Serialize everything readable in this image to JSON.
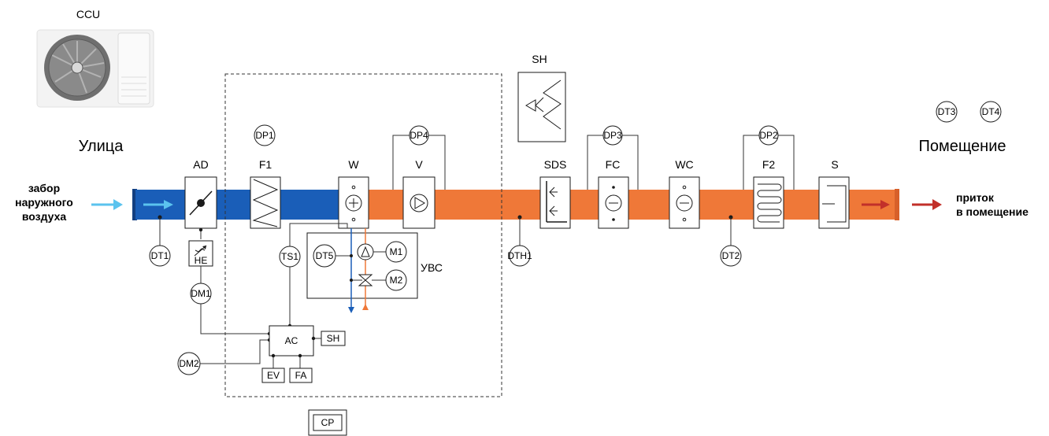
{
  "colors": {
    "cold_duct": "#1a5eb8",
    "cold_duct_dark": "#123f80",
    "warm_duct": "#ef7838",
    "warm_duct_dark": "#d7602a",
    "intake_arrow": "#5bc3ee",
    "supply_arrow": "#c2302a",
    "supply_pipe": "#1a5eb8",
    "return_pipe": "#ef7838"
  },
  "outdoor_unit": {
    "label": "CCU"
  },
  "zones": {
    "outside": "Улица",
    "room": "Помещение"
  },
  "intake": {
    "line1": "забор",
    "line2": "наружного",
    "line3": "воздуха"
  },
  "supply": {
    "line1": "приток",
    "line2": "в помещение"
  },
  "components": {
    "ad": "AD",
    "f1": "F1",
    "w": "W",
    "v": "V",
    "sds": "SDS",
    "fc": "FC",
    "wc": "WC",
    "f2": "F2",
    "s": "S"
  },
  "sensors": {
    "dp1": "DP1",
    "dp2": "DP2",
    "dp3": "DP3",
    "dp4": "DP4",
    "dt1": "DT1",
    "dt2": "DT2",
    "dt3": "DT3",
    "dt4": "DT4",
    "dt5": "DT5",
    "dth1": "DTH1",
    "ts1": "TS1",
    "dm1": "DM1",
    "dm2": "DM2",
    "m1": "M1",
    "m2": "M2"
  },
  "heater_element": "HE",
  "controller": {
    "ac": "AC",
    "sh": "SH",
    "ev": "EV",
    "fa": "FA"
  },
  "steam_humidifier": "SH",
  "mixing_unit": "УВС",
  "control_panel": "CP"
}
